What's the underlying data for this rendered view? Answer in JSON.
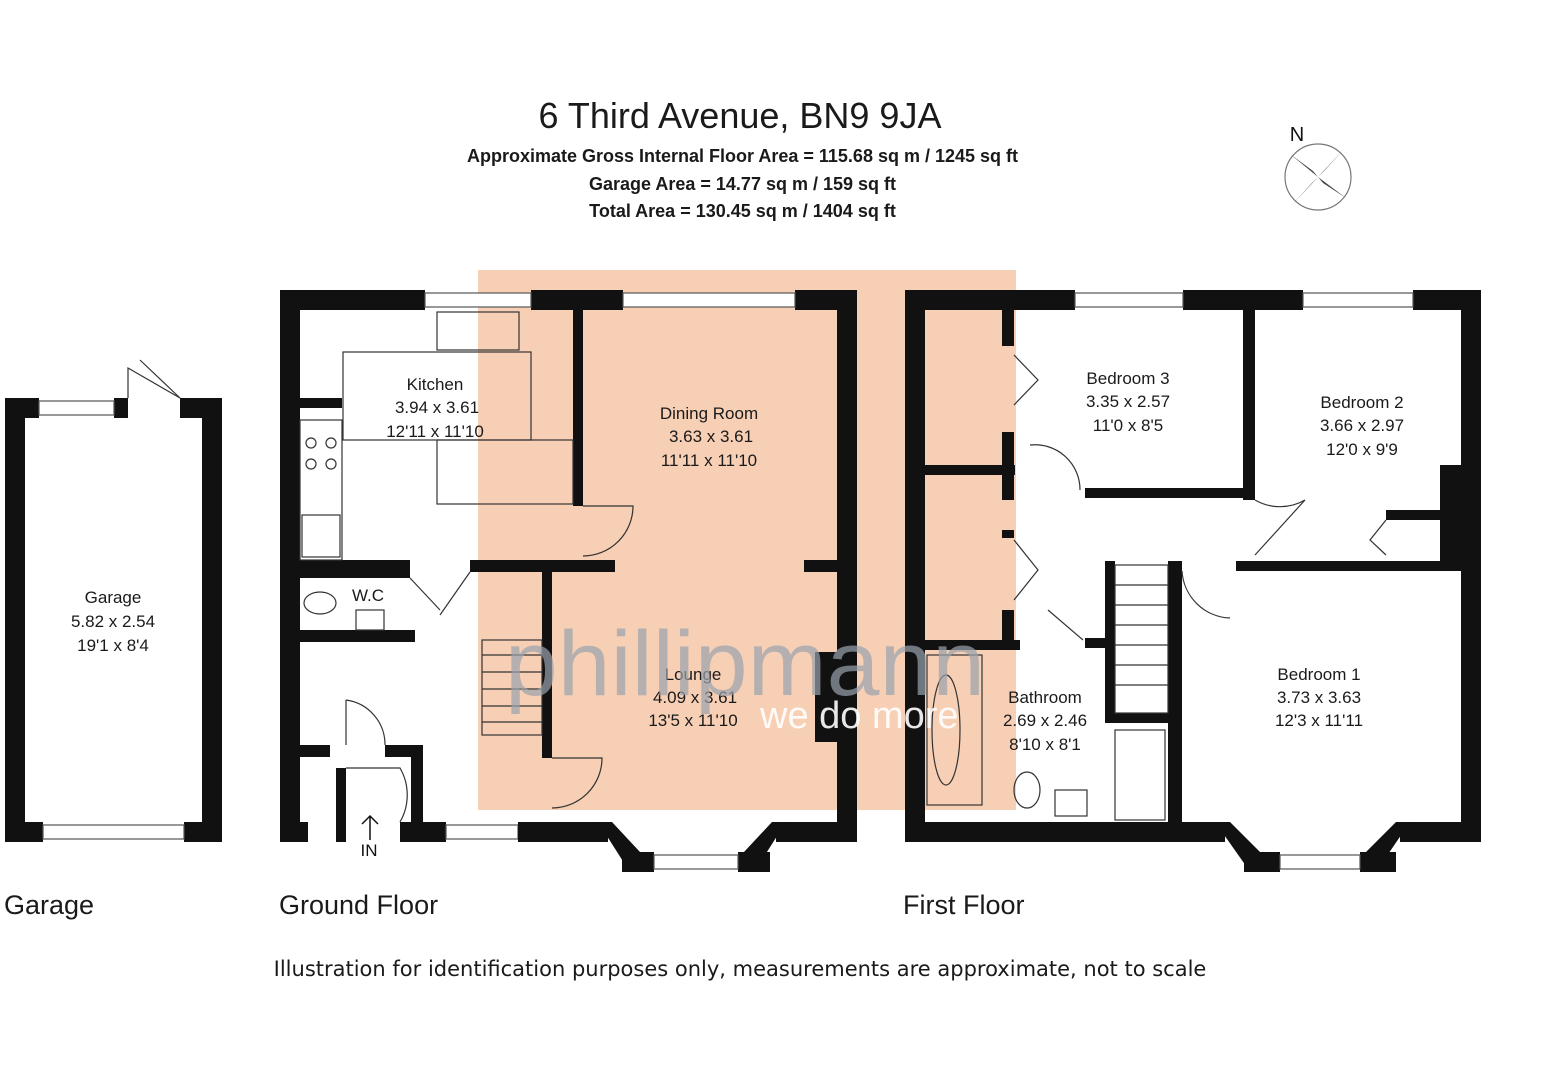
{
  "header": {
    "title": "6 Third Avenue, BN9 9JA",
    "gross_area": "Approximate Gross Internal Floor Area = 115.68 sq m / 1245 sq ft",
    "garage_area": "Garage Area = 14.77 sq m / 159 sq ft",
    "total_area": "Total Area = 130.45 sq m / 1404 sq ft"
  },
  "compass": {
    "label": "N"
  },
  "floors": {
    "garage": "Garage",
    "ground": "Ground Floor",
    "first": "First Floor"
  },
  "rooms": {
    "garage": {
      "name": "Garage",
      "metric": "5.82 x 2.54",
      "imperial": "19'1 x 8'4"
    },
    "kitchen": {
      "name": "Kitchen",
      "metric": "3.94 x 3.61",
      "imperial": "12'11 x 11'10"
    },
    "dining": {
      "name": "Dining Room",
      "metric": "3.63 x 3.61",
      "imperial": "11'11 x 11'10"
    },
    "wc": {
      "name": "W.C"
    },
    "lounge": {
      "name": "Lounge",
      "metric": "4.09 x 3.61",
      "imperial": "13'5 x 11'10"
    },
    "bedroom3": {
      "name": "Bedroom 3",
      "metric": "3.35 x 2.57",
      "imperial": "11'0 x 8'5"
    },
    "bedroom2": {
      "name": "Bedroom 2",
      "metric": "3.66 x 2.97",
      "imperial": "12'0 x 9'9"
    },
    "bathroom": {
      "name": "Bathroom",
      "metric": "2.69 x 2.46",
      "imperial": "8'10 x 8'1"
    },
    "bedroom1": {
      "name": "Bedroom 1",
      "metric": "3.73 x 3.63",
      "imperial": "12'3 x 11'11"
    }
  },
  "entrance": {
    "label": "IN"
  },
  "watermark": {
    "brand": "phillipmann",
    "tagline": "we do more"
  },
  "colors": {
    "highlight": "#f6c7a8",
    "wall": "#111111",
    "watermark": "#9aa3ad"
  },
  "disclaimer": "Illustration for identification purposes only, measurements are approximate, not to scale"
}
